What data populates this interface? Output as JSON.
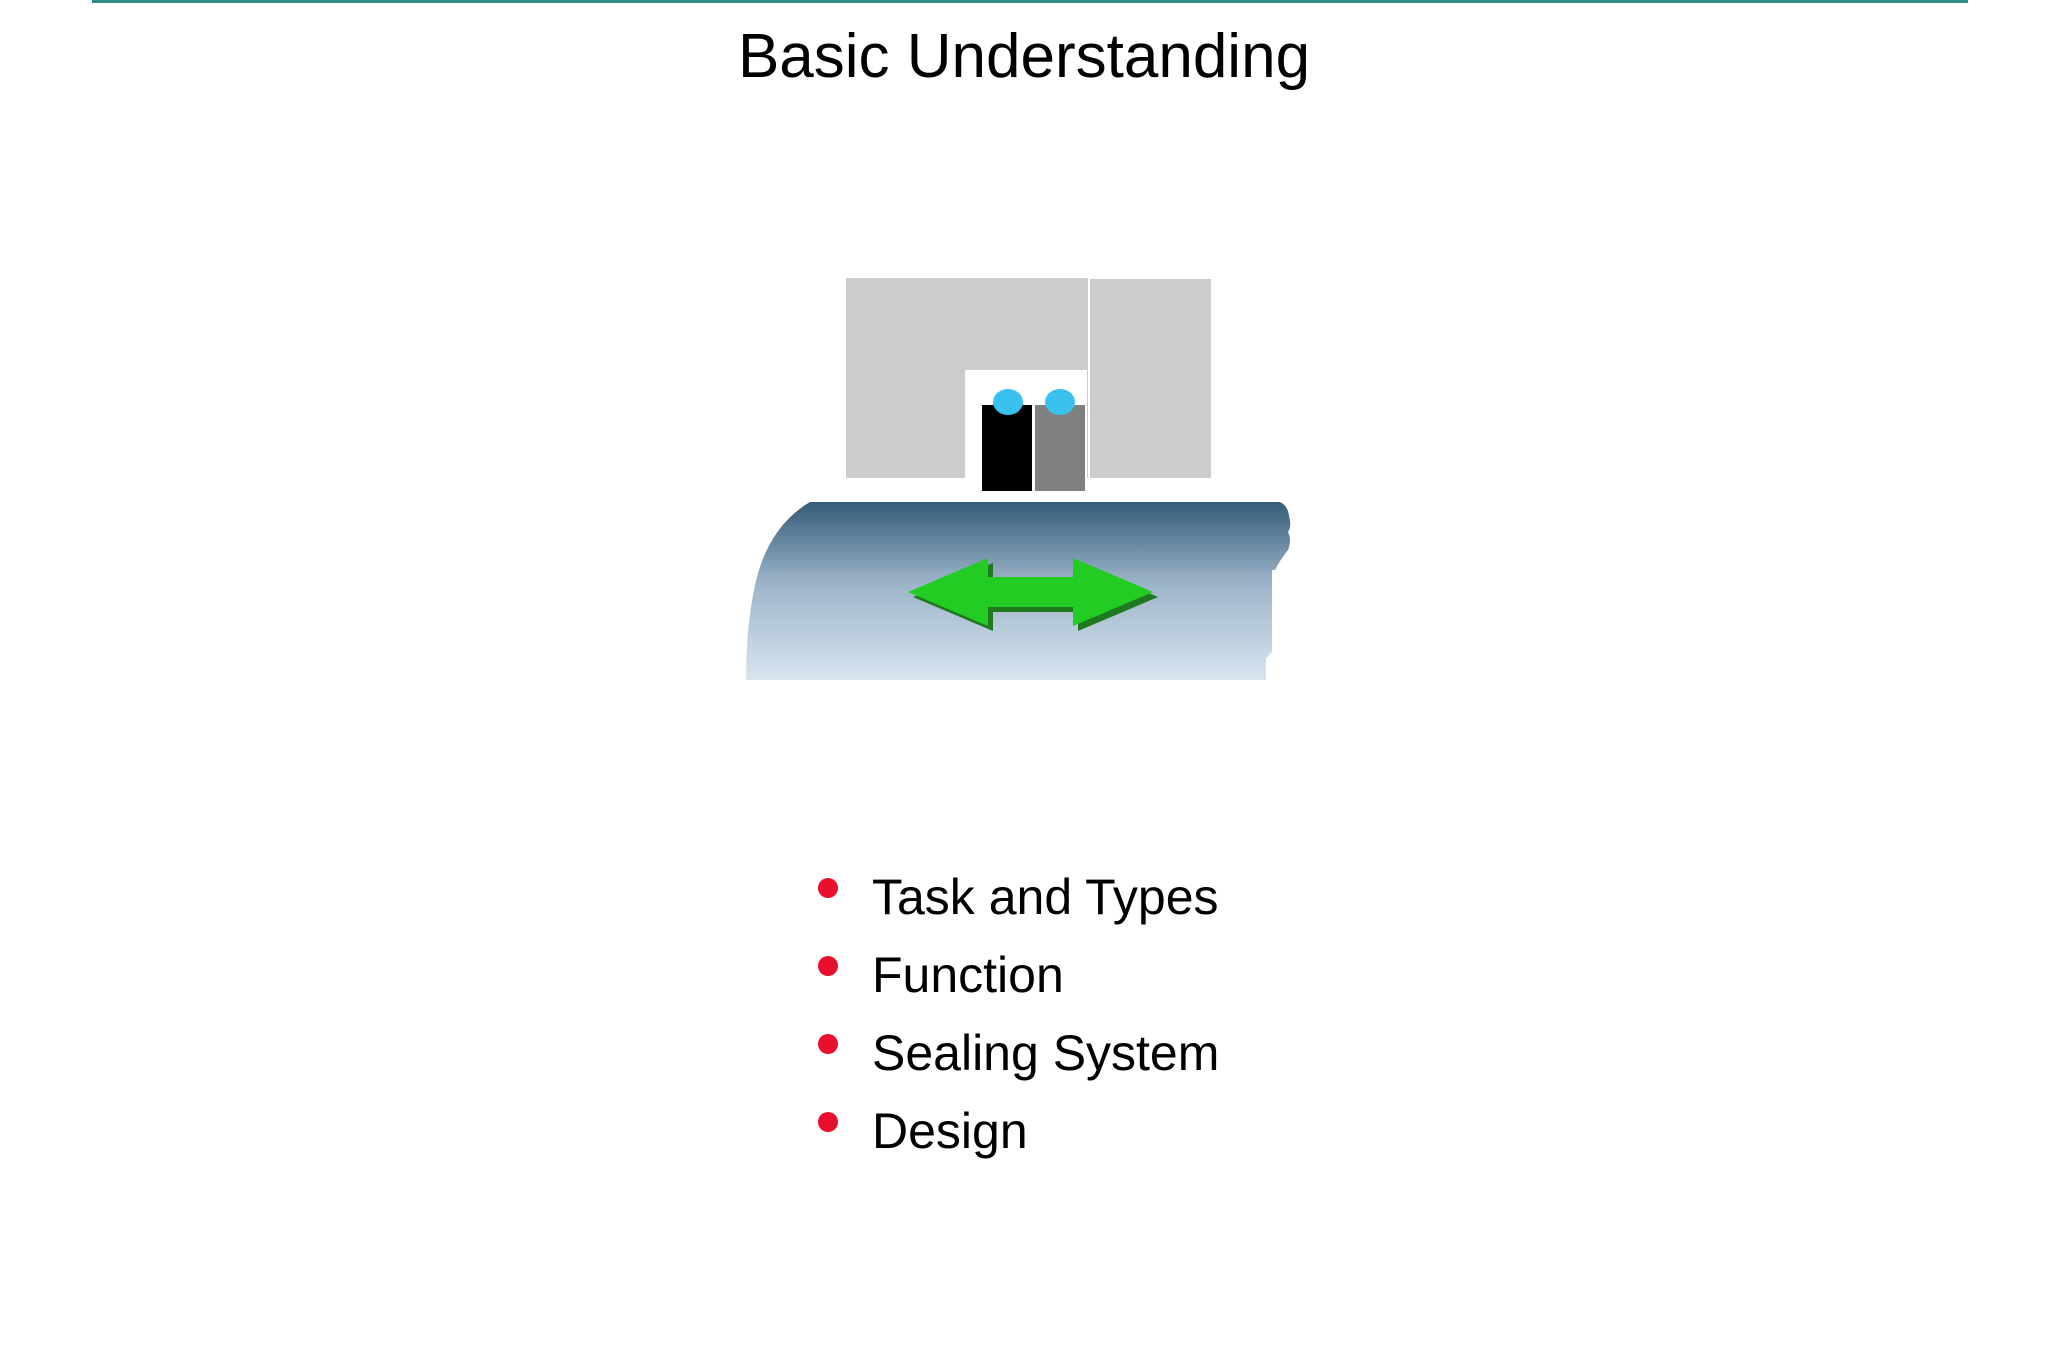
{
  "slide": {
    "title": "Basic Understanding",
    "rule_color": "#2e8b85"
  },
  "diagram": {
    "housing_color": "#cccccc",
    "seal_primary_color": "#000000",
    "seal_secondary_color": "#808080",
    "contact_lip_color": "#39c1f0",
    "shaft_gradient_top": "#345c78",
    "shaft_gradient_bottom": "#d8e5f0",
    "motion_arrow_color": "#22cc22",
    "motion_arrow_icon": "double-headed-arrow-icon"
  },
  "bullets": {
    "dot_color": "#e8102c",
    "items": [
      {
        "label": "Task and Types"
      },
      {
        "label": "Function"
      },
      {
        "label": "Sealing System"
      },
      {
        "label": "Design"
      }
    ]
  }
}
